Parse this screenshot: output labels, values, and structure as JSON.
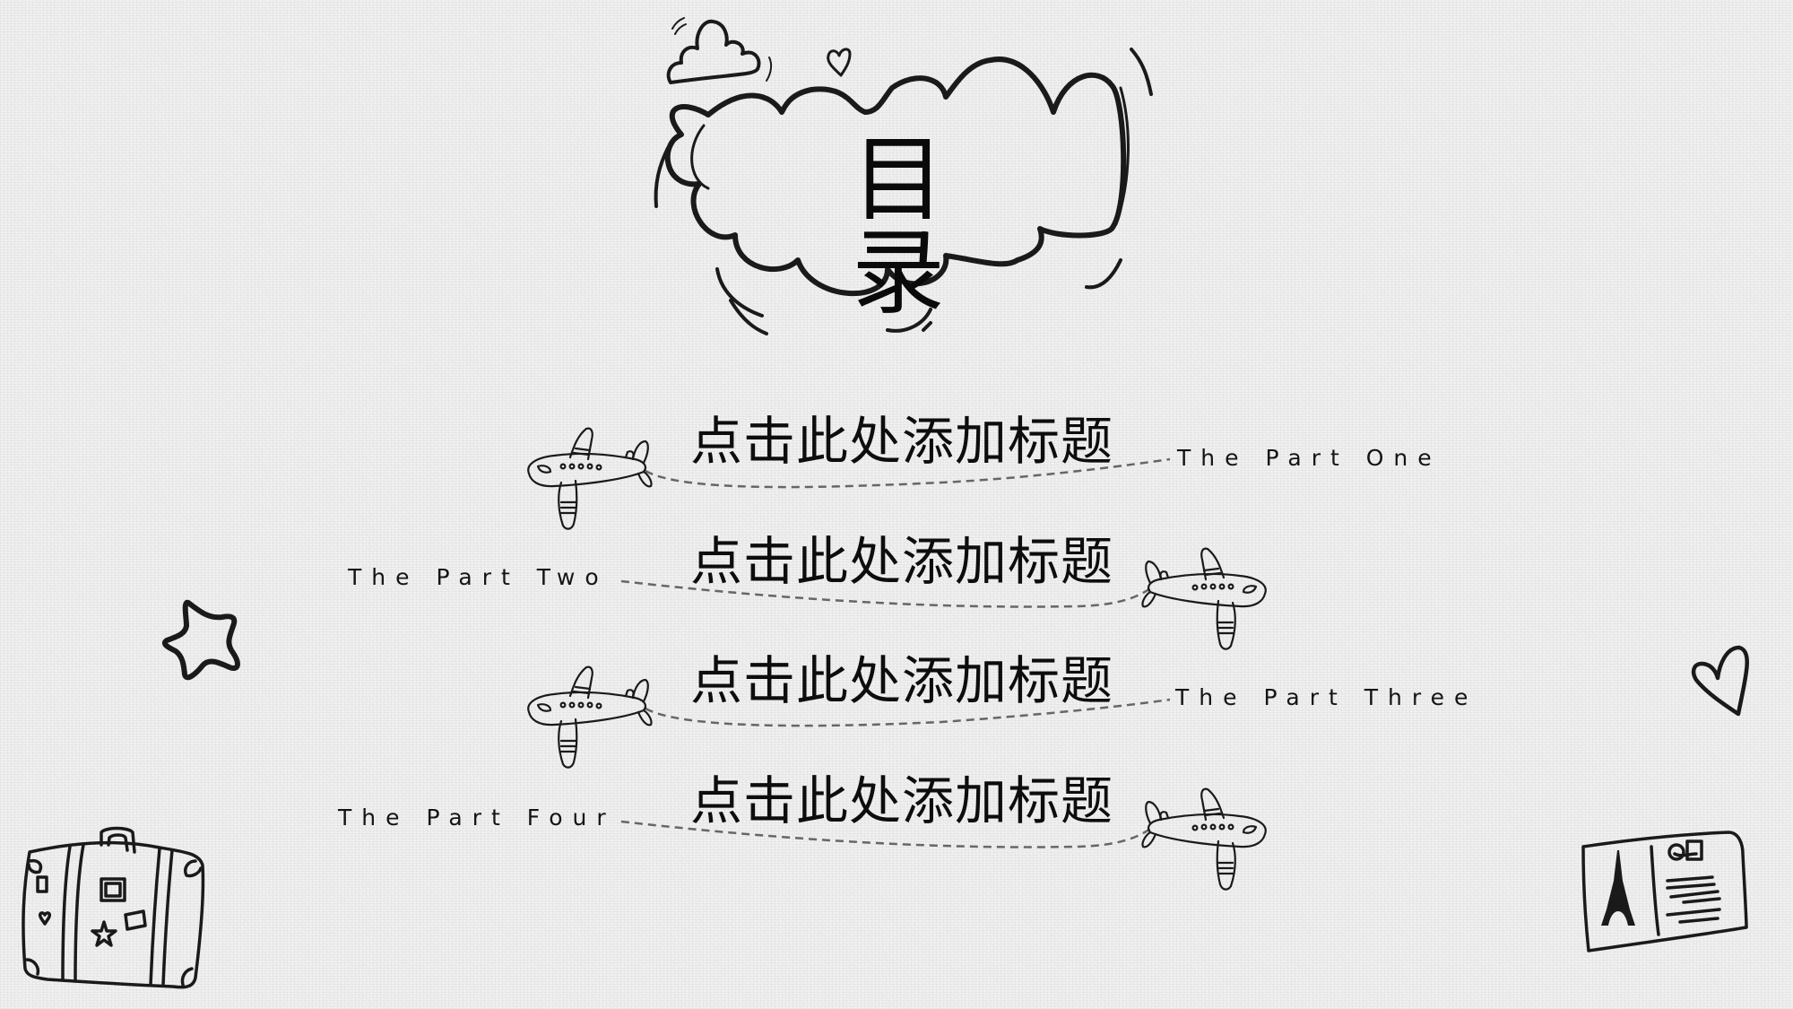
{
  "slide": {
    "title": "目录",
    "background_color": "#efefef",
    "ink_color": "#1a1a1a"
  },
  "items": [
    {
      "title": "点击此处添加标题",
      "label": "The Part One",
      "plane_side": "left",
      "label_side": "right"
    },
    {
      "title": "点击此处添加标题",
      "label": "The Part Two",
      "plane_side": "right",
      "label_side": "left"
    },
    {
      "title": "点击此处添加标题",
      "label": "The Part Three",
      "plane_side": "left",
      "label_side": "right"
    },
    {
      "title": "点击此处添加标题",
      "label": "The Part Four",
      "plane_side": "right",
      "label_side": "left"
    }
  ],
  "decorations": [
    "cloud-frame-icon",
    "small-cloud-icon",
    "small-heart-icon",
    "airplane-icon",
    "star-icon",
    "heart-icon",
    "suitcase-icon",
    "postcard-icon",
    "eiffel-tower-icon"
  ]
}
